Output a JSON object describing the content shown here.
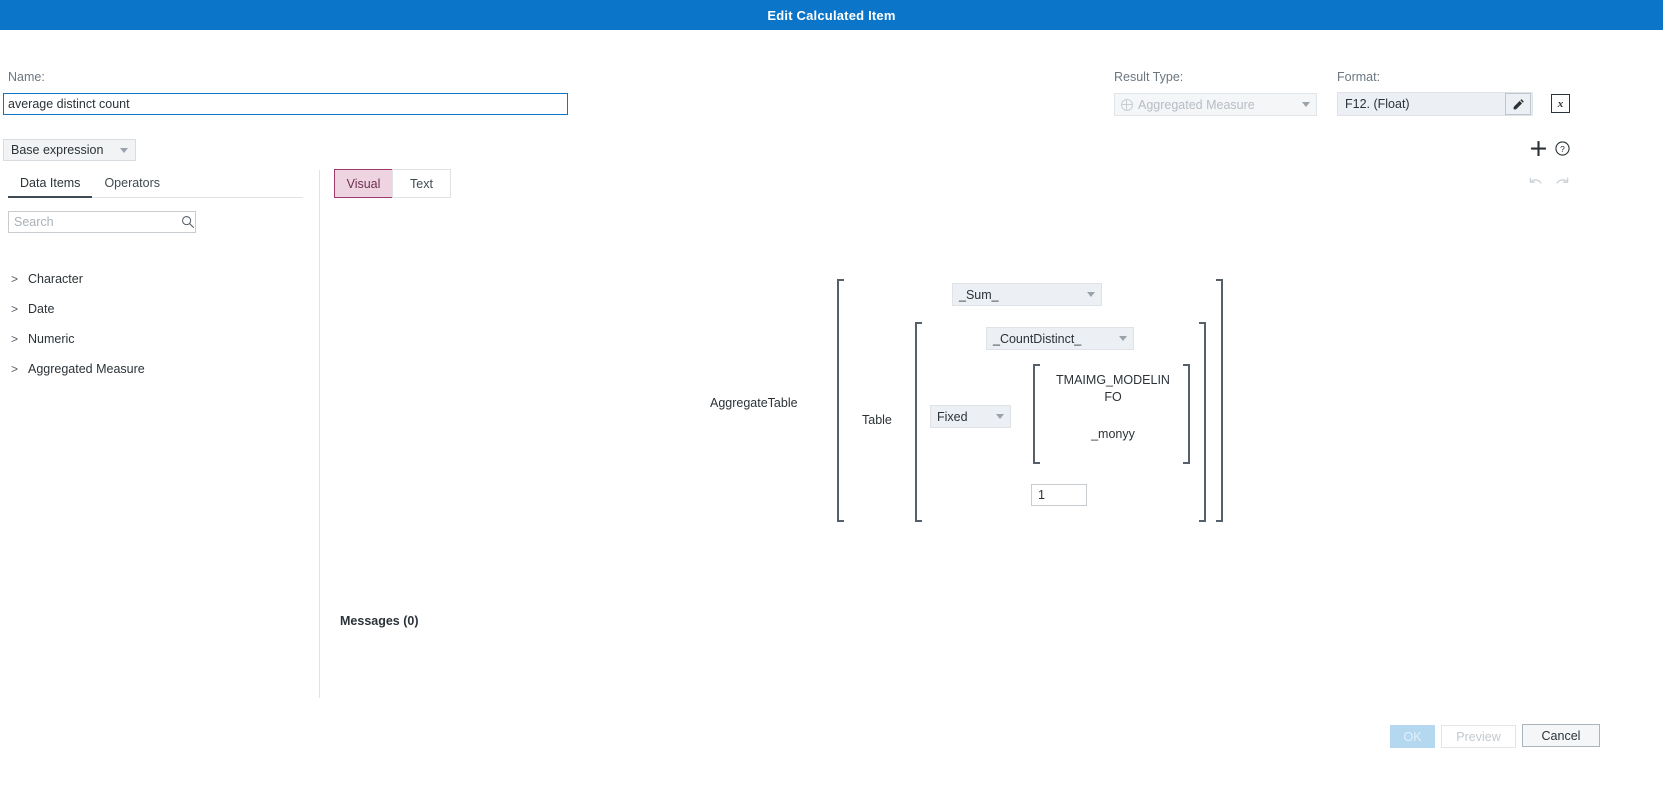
{
  "window": {
    "title": "Edit Calculated Item"
  },
  "form": {
    "name_label": "Name:",
    "name_value": "average distinct count",
    "result_type_label": "Result Type:",
    "result_type_value": "Aggregated Measure",
    "result_type_icon": "aggregated-measure-icon",
    "format_label": "Format:",
    "format_value": "F12. (Float)",
    "format_edit_icon": "pencil-icon",
    "clear_format_icon": "x-boxed-icon",
    "clear_format_glyph": "x"
  },
  "base_expression": {
    "label": "Base expression"
  },
  "left_panel": {
    "tabs": [
      {
        "label": "Data Items",
        "active": true
      },
      {
        "label": "Operators",
        "active": false
      }
    ],
    "search": {
      "placeholder": "Search",
      "value": "",
      "icon": "search-icon"
    },
    "tree": [
      {
        "label": "Character"
      },
      {
        "label": "Date"
      },
      {
        "label": "Numeric"
      },
      {
        "label": "Aggregated Measure"
      }
    ],
    "chevron": ">"
  },
  "editor": {
    "view_tabs": [
      {
        "label": "Visual",
        "active": true
      },
      {
        "label": "Text",
        "active": false
      }
    ],
    "toolbar": [
      {
        "name": "add-icon",
        "glyph": "+"
      },
      {
        "name": "help-icon",
        "glyph": "?"
      },
      {
        "name": "undo-icon",
        "glyph": "undo"
      },
      {
        "name": "redo-icon",
        "glyph": "redo"
      }
    ]
  },
  "expression": {
    "root_label": "AggregateTable",
    "table_label": "Table",
    "outer_aggregation": "_Sum_",
    "inner_aggregation": "_CountDistinct_",
    "context_mode": "Fixed",
    "group_by_items": [
      "TMAIMG_MODELIN",
      "FO",
      "_monyy"
    ],
    "group_by_line1": "TMAIMG_MODELIN\nFO",
    "group_by_line2": "_monyy",
    "numeric_value": "1"
  },
  "messages": {
    "label": "Messages (0)"
  },
  "footer": {
    "ok_label": "OK",
    "preview_label": "Preview",
    "cancel_label": "Cancel"
  },
  "colors": {
    "title_bar": "#0b75c9",
    "active_view_tab_bg": "#eed3e0",
    "active_view_tab_border": "#a33a6e",
    "ok_disabled": "#b3d8ef"
  }
}
